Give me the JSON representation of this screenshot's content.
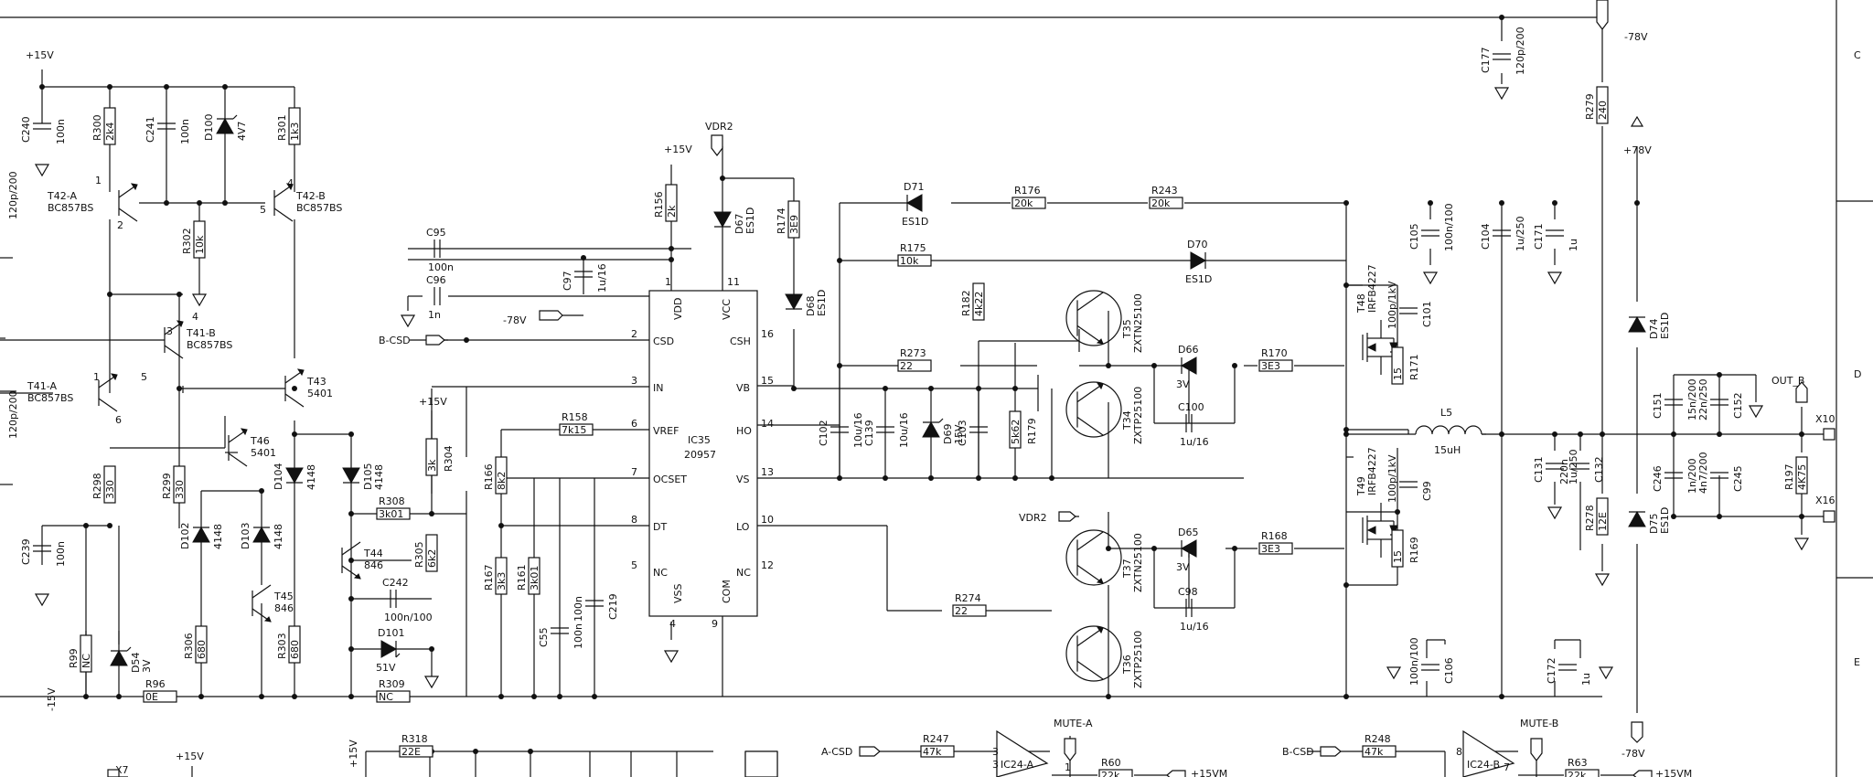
{
  "ic": {
    "ref": "IC35",
    "part": "20957"
  },
  "rails": [
    {
      "id": "p15a",
      "text": "+15V"
    },
    {
      "id": "p15b",
      "text": "+15V"
    },
    {
      "id": "p15c",
      "text": "+15V"
    },
    {
      "id": "m15",
      "text": "-15V"
    },
    {
      "id": "m78a",
      "text": "-78V"
    },
    {
      "id": "m78b",
      "text": "-78V"
    },
    {
      "id": "m78c",
      "text": "-78V"
    },
    {
      "id": "p78",
      "text": "+78V"
    },
    {
      "id": "vdr2a",
      "text": "VDR2"
    },
    {
      "id": "vdr2b",
      "text": "VDR2"
    },
    {
      "id": "bcsd",
      "text": "B-CSD"
    },
    {
      "id": "outb",
      "text": "OUT_B"
    },
    {
      "id": "x10",
      "text": "X10"
    },
    {
      "id": "x16",
      "text": "X16"
    },
    {
      "id": "x7",
      "text": "X7"
    },
    {
      "id": "p15d",
      "text": "+15V"
    },
    {
      "id": "p15e",
      "text": "+15V"
    },
    {
      "id": "acsd",
      "text": "A-CSD"
    },
    {
      "id": "bcsd2",
      "text": "B-CSD"
    },
    {
      "id": "mutea",
      "text": "MUTE-A"
    },
    {
      "id": "muteb",
      "text": "MUTE-B"
    },
    {
      "id": "p15vm1",
      "text": "+15VM"
    },
    {
      "id": "p15vm2",
      "text": "+15VM"
    }
  ],
  "pins": [
    {
      "id": "csd",
      "name": "CSD",
      "num": "2"
    },
    {
      "id": "in",
      "name": "IN",
      "num": "3"
    },
    {
      "id": "vref",
      "name": "VREF",
      "num": "6"
    },
    {
      "id": "ocset",
      "name": "OCSET",
      "num": "7"
    },
    {
      "id": "dt",
      "name": "DT",
      "num": "8"
    },
    {
      "id": "nc5",
      "name": "NC",
      "num": "5"
    },
    {
      "id": "vdd",
      "name": "VDD",
      "num": "1"
    },
    {
      "id": "vcc",
      "name": "VCC",
      "num": "11"
    },
    {
      "id": "vss",
      "name": "VSS",
      "num": "4"
    },
    {
      "id": "com",
      "name": "COM",
      "num": "9"
    },
    {
      "id": "csh",
      "name": "CSH",
      "num": "16"
    },
    {
      "id": "vb",
      "name": "VB",
      "num": "15"
    },
    {
      "id": "ho",
      "name": "HO",
      "num": "14"
    },
    {
      "id": "vs",
      "name": "VS",
      "num": "13"
    },
    {
      "id": "lo",
      "name": "LO",
      "num": "10"
    },
    {
      "id": "nc12",
      "name": "NC",
      "num": "12"
    }
  ],
  "resistors": [
    {
      "id": "R300",
      "value": "2k4"
    },
    {
      "id": "R301",
      "value": "1k3"
    },
    {
      "id": "R302",
      "value": "10k"
    },
    {
      "id": "R298",
      "value": "330"
    },
    {
      "id": "R299",
      "value": "330"
    },
    {
      "id": "R99",
      "value": "NC"
    },
    {
      "id": "R306",
      "value": "680"
    },
    {
      "id": "R303",
      "value": "680"
    },
    {
      "id": "R96",
      "value": "0E"
    },
    {
      "id": "R304",
      "value": "3k"
    },
    {
      "id": "R308",
      "value": "3k01"
    },
    {
      "id": "R305",
      "value": "6k2"
    },
    {
      "id": "R309",
      "value": "NC"
    },
    {
      "id": "R156",
      "value": "2k"
    },
    {
      "id": "R174",
      "value": "3E9"
    },
    {
      "id": "R158",
      "value": "7k15"
    },
    {
      "id": "R166",
      "value": "8k2"
    },
    {
      "id": "R167",
      "value": "3k3"
    },
    {
      "id": "R161",
      "value": "3k01"
    },
    {
      "id": "R176",
      "value": "20k"
    },
    {
      "id": "R243",
      "value": "20k"
    },
    {
      "id": "R175",
      "value": "10k"
    },
    {
      "id": "R182",
      "value": "4k22"
    },
    {
      "id": "R273",
      "value": "22"
    },
    {
      "id": "R179",
      "value": "5k62"
    },
    {
      "id": "R274",
      "value": "22"
    },
    {
      "id": "R170",
      "value": "3E3"
    },
    {
      "id": "R171",
      "value": "15"
    },
    {
      "id": "R168",
      "value": "3E3"
    },
    {
      "id": "R169",
      "value": "15"
    },
    {
      "id": "R279",
      "value": "240"
    },
    {
      "id": "R278",
      "value": "12E"
    },
    {
      "id": "R197",
      "value": "4K75"
    },
    {
      "id": "R318",
      "value": "22E"
    },
    {
      "id": "R247",
      "value": "47k"
    },
    {
      "id": "R248",
      "value": "47k"
    },
    {
      "id": "R60",
      "value": "22k"
    },
    {
      "id": "R63",
      "value": "22k"
    }
  ],
  "capacitors": [
    {
      "id": "C240",
      "value": "100n"
    },
    {
      "id": "C241",
      "value": "100n"
    },
    {
      "id": "C239",
      "value": "100n"
    },
    {
      "id": "C242",
      "value": "100n/100"
    },
    {
      "id": "C95",
      "value": "100n"
    },
    {
      "id": "C96",
      "value": "1n"
    },
    {
      "id": "C97",
      "value": "1u/16"
    },
    {
      "id": "C55",
      "value": "100n"
    },
    {
      "id": "C219",
      "value": "100n"
    },
    {
      "id": "C102",
      "value": "10u/16"
    },
    {
      "id": "C139",
      "value": "10u/16"
    },
    {
      "id": "C103",
      "value": ""
    },
    {
      "id": "C100",
      "value": "1u/16"
    },
    {
      "id": "C98",
      "value": "1u/16"
    },
    {
      "id": "C105",
      "value": "100n/100"
    },
    {
      "id": "C104",
      "value": "1u/250"
    },
    {
      "id": "C171",
      "value": "1u"
    },
    {
      "id": "C101",
      "value": "100p/1kV"
    },
    {
      "id": "C99",
      "value": "100p/1kV"
    },
    {
      "id": "C106",
      "value": "100n/100"
    },
    {
      "id": "C172",
      "value": "1u"
    },
    {
      "id": "C177",
      "value": "120p/200"
    },
    {
      "id": "C131",
      "value": "1u/250"
    },
    {
      "id": "C132",
      "value": "220n"
    },
    {
      "id": "C151",
      "value": "15n/200"
    },
    {
      "id": "C152",
      "value": "22n/250"
    },
    {
      "id": "C246",
      "value": "1n/200"
    },
    {
      "id": "C245",
      "value": "4n7/200"
    },
    {
      "id": "Cedge1",
      "value": "120p/200"
    },
    {
      "id": "Cedge2",
      "value": "120p/200"
    }
  ],
  "diodes": [
    {
      "id": "D100",
      "value": "4V7"
    },
    {
      "id": "D54",
      "value": "3V"
    },
    {
      "id": "D102",
      "value": "4148"
    },
    {
      "id": "D103",
      "value": "4148"
    },
    {
      "id": "D104",
      "value": "4148"
    },
    {
      "id": "D105",
      "value": "4148"
    },
    {
      "id": "D101",
      "value": "51V"
    },
    {
      "id": "D67",
      "value": "ES1D"
    },
    {
      "id": "D68",
      "value": "ES1D"
    },
    {
      "id": "D71",
      "value": "ES1D"
    },
    {
      "id": "D70",
      "value": "ES1D"
    },
    {
      "id": "D69",
      "value": "15V"
    },
    {
      "id": "D66",
      "value": "3V"
    },
    {
      "id": "D65",
      "value": "3V"
    },
    {
      "id": "D74",
      "value": "ES1D"
    },
    {
      "id": "D75",
      "value": "ES1D"
    }
  ],
  "transistors": [
    {
      "id": "T42-A",
      "value": "BC857BS"
    },
    {
      "id": "T42-B",
      "value": "BC857BS"
    },
    {
      "id": "T41-B",
      "value": "BC857BS"
    },
    {
      "id": "T41-A",
      "value": "BC857BS"
    },
    {
      "id": "T43",
      "value": "5401"
    },
    {
      "id": "T46",
      "value": "5401"
    },
    {
      "id": "T44",
      "value": "846"
    },
    {
      "id": "T45",
      "value": "846"
    },
    {
      "id": "T35",
      "value": "ZXTN25100"
    },
    {
      "id": "T34",
      "value": "ZXTP25100"
    },
    {
      "id": "T37",
      "value": "ZXTN25100"
    },
    {
      "id": "T36",
      "value": "ZXTP25100"
    },
    {
      "id": "T48",
      "value": "IRFB4227"
    },
    {
      "id": "T49",
      "value": "IRFB4227"
    }
  ],
  "inductor": {
    "ref": "L5",
    "value": "15uH"
  },
  "opamps": [
    {
      "id": "IC24-A"
    },
    {
      "id": "IC24-B"
    }
  ],
  "pinnums": [
    "1",
    "2",
    "3",
    "4",
    "5",
    "6",
    "1",
    "4",
    "5",
    "3",
    "1",
    "7",
    "8",
    "3"
  ],
  "grid": [
    "C",
    "D",
    "E"
  ]
}
